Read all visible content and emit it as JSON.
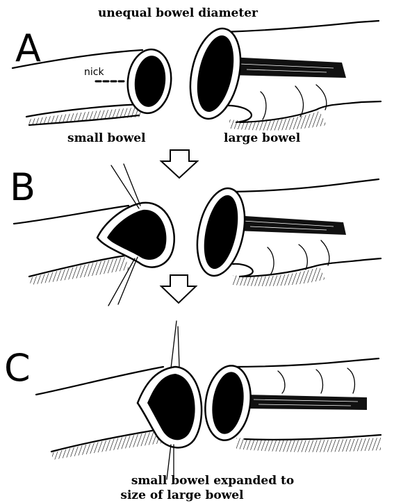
{
  "title": "unequal bowel diameter",
  "panels": {
    "a": {
      "letter": "A",
      "nick_label": "nick",
      "small_label": "small bowel",
      "large_label": "large bowel"
    },
    "b": {
      "letter": "B"
    },
    "c": {
      "letter": "C",
      "caption_line1": "small bowel expanded to",
      "caption_line2": "size of large bowel"
    }
  }
}
